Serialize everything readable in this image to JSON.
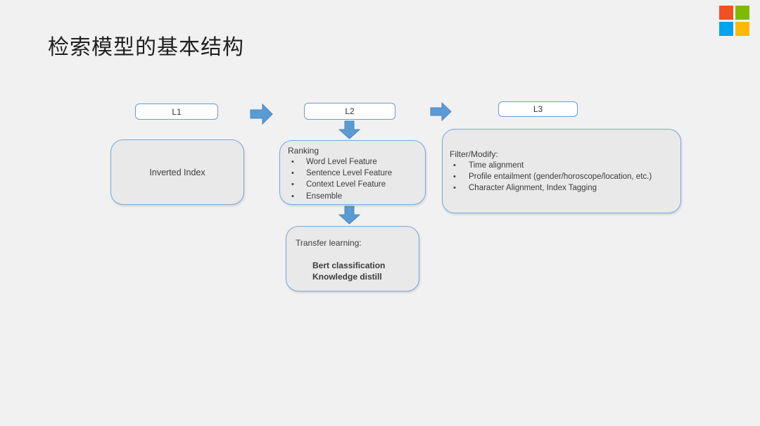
{
  "slide": {
    "title": "检索模型的基本结构",
    "background_color": "#f1f1f2"
  },
  "logo": {
    "name": "Microsoft logo",
    "colors": {
      "top_left": "#f25022",
      "top_right": "#7fba00",
      "bottom_left": "#00a4ef",
      "bottom_right": "#ffb900"
    }
  },
  "diagram": {
    "accent_color": "#5b9bd5",
    "arrow_border_color": "#4a85bd",
    "box_border_color": "#7ba7d7",
    "box_fill_color": "#e9e9ea",
    "stages": {
      "l1": "L1",
      "l2": "L2",
      "l3": "L3"
    },
    "boxes": {
      "inverted_index": {
        "text": "Inverted Index"
      },
      "ranking": {
        "title": "Ranking",
        "bullets": [
          "Word Level Feature",
          "Sentence Level Feature",
          "Context Level Feature",
          "Ensemble"
        ]
      },
      "filter_modify": {
        "title": "Filter/Modify:",
        "bullets": [
          "Time alignment",
          "Profile entailment (gender/horoscope/location, etc.)",
          "Character Alignment, Index Tagging"
        ]
      },
      "transfer_learning": {
        "title": "Transfer learning:",
        "bold_lines": [
          "Bert classification",
          "Knowledge distill"
        ]
      }
    }
  }
}
